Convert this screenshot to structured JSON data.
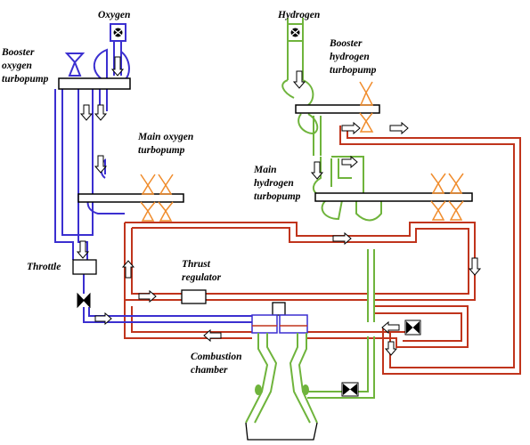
{
  "labels": {
    "oxygen": "Oxygen",
    "hydrogen": "Hydrogen",
    "booster_oxygen_turbopump": [
      "Booster",
      "oxygen",
      "turbopump"
    ],
    "booster_hydrogen_turbopump": [
      "Booster",
      "hydrogen",
      "turbopump"
    ],
    "main_oxygen_turbopump": [
      "Main oxygen",
      "turbopump"
    ],
    "main_hydrogen_turbopump": [
      "Main",
      "hydrogen",
      "turbopump"
    ],
    "throttle": "Throttle",
    "thrust_regulator": [
      "Thrust",
      "regulator"
    ],
    "combustion_chamber": [
      "Combustion",
      "chamber"
    ]
  },
  "colors": {
    "oxygen_line": "#3b2fd0",
    "hydrogen_line": "#6fb43c",
    "hot_gas_line": "#c0341c",
    "turbine_blade": "#f08c2c",
    "valve": "#000000"
  },
  "icons": [
    "flow-arrow-icon",
    "valve-icon",
    "nozzle-icon"
  ]
}
